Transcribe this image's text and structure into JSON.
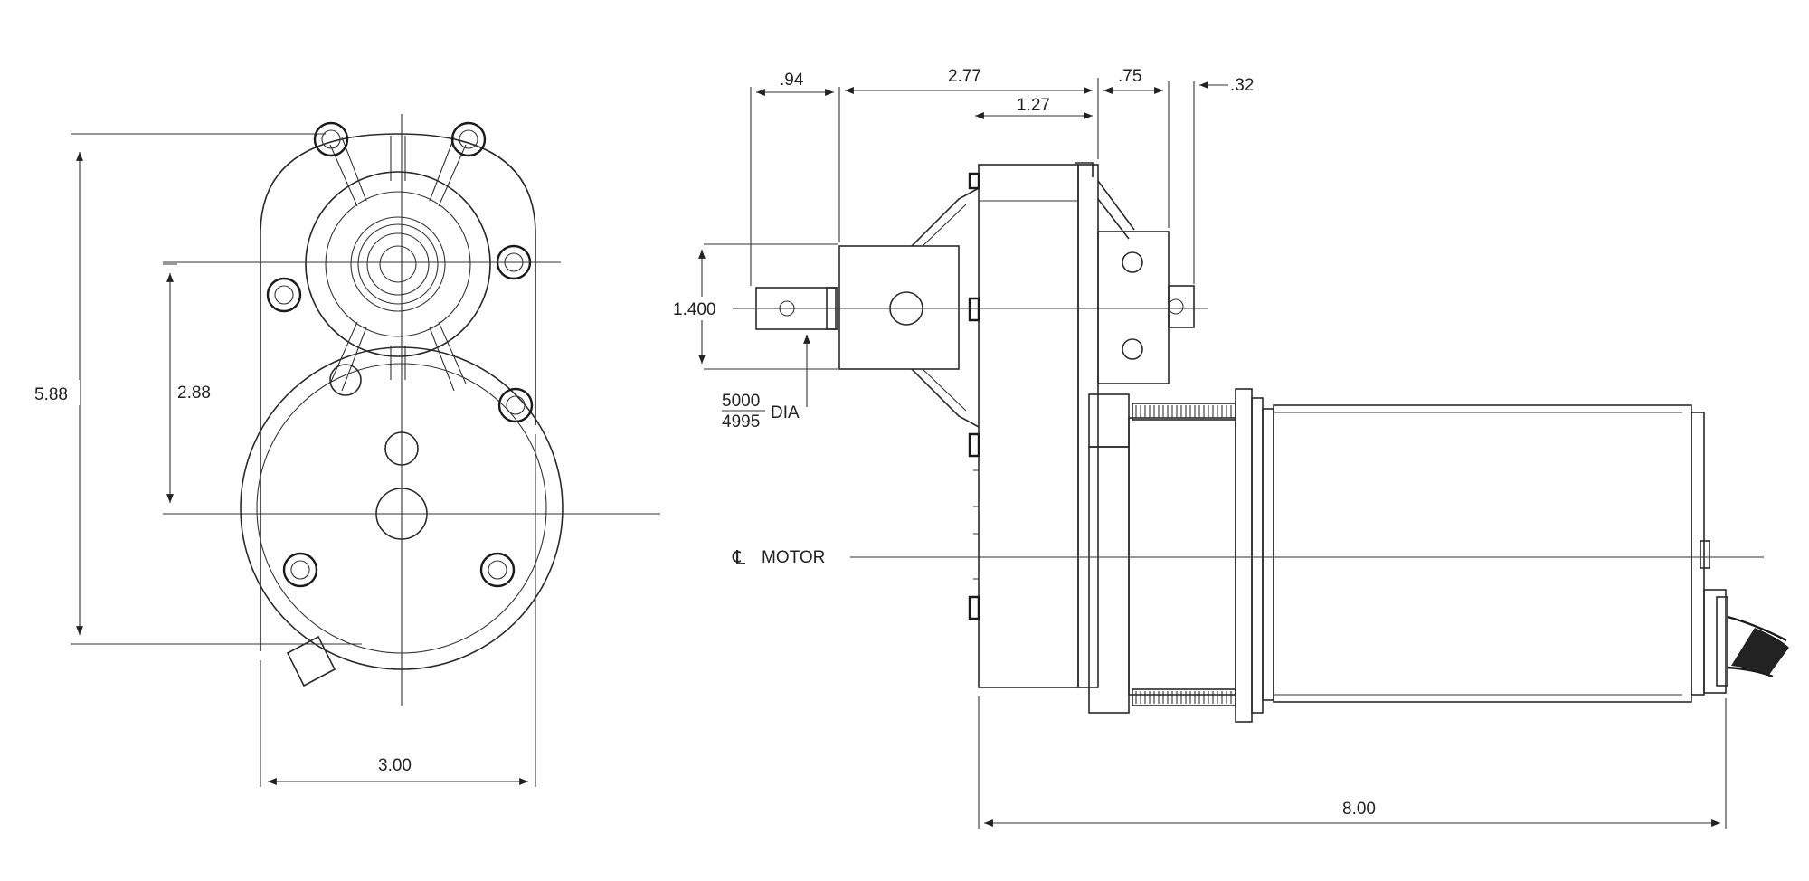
{
  "front_view": {
    "dim_height": "5.88",
    "dim_center_spacing": "2.88",
    "dim_width": "3.00"
  },
  "side_view": {
    "dim_shaft_length": ".94",
    "dim_housing_span": "2.77",
    "dim_offset": "1.27",
    "dim_flange": ".75",
    "dim_stub": ".32",
    "dim_shaft_height": "1.400",
    "dia_numerator": "5000",
    "dia_denominator": "4995",
    "dia_suffix": "DIA",
    "centerline_symbol": "℄",
    "centerline_label": "MOTOR",
    "dim_overall_length": "8.00"
  }
}
